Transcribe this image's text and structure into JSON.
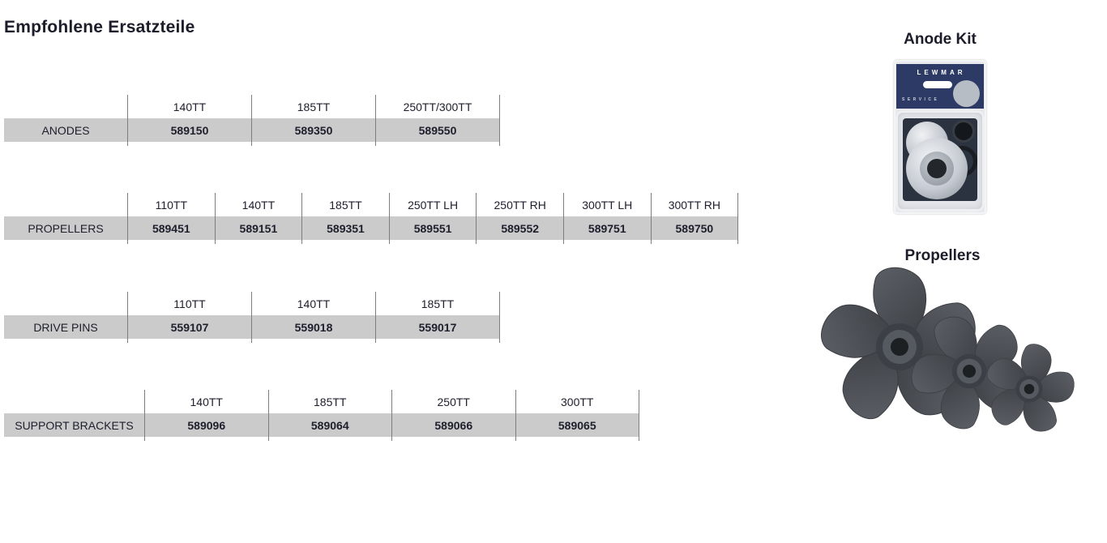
{
  "page": {
    "title": "Empfohlene Ersatzteile"
  },
  "tables": [
    {
      "label": "ANODES",
      "columns": [
        "140TT",
        "185TT",
        "250TT/300TT"
      ],
      "values": [
        "589150",
        "589350",
        "589550"
      ]
    },
    {
      "label": "PROPELLERS",
      "columns": [
        "110TT",
        "140TT",
        "185TT",
        "250TT LH",
        "250TT RH",
        "300TT LH",
        "300TT RH"
      ],
      "values": [
        "589451",
        "589151",
        "589351",
        "589551",
        "589552",
        "589751",
        "589750"
      ]
    },
    {
      "label": "DRIVE PINS",
      "columns": [
        "110TT",
        "140TT",
        "185TT"
      ],
      "values": [
        "559107",
        "559018",
        "559017"
      ]
    },
    {
      "label": "SUPPORT BRACKETS",
      "columns": [
        "140TT",
        "185TT",
        "250TT",
        "300TT"
      ],
      "values": [
        "589096",
        "589064",
        "589066",
        "589065"
      ]
    }
  ],
  "sidebar": {
    "anode_kit_heading": "Anode Kit",
    "propellers_heading": "Propellers",
    "package": {
      "brand": "LEWMAR",
      "line": "SERVICE"
    }
  },
  "colors": {
    "row_background": "#cbcbcb",
    "divider": "#7d7d7d",
    "text": "#1e1e2d",
    "package_navy": "#2e3a66"
  }
}
